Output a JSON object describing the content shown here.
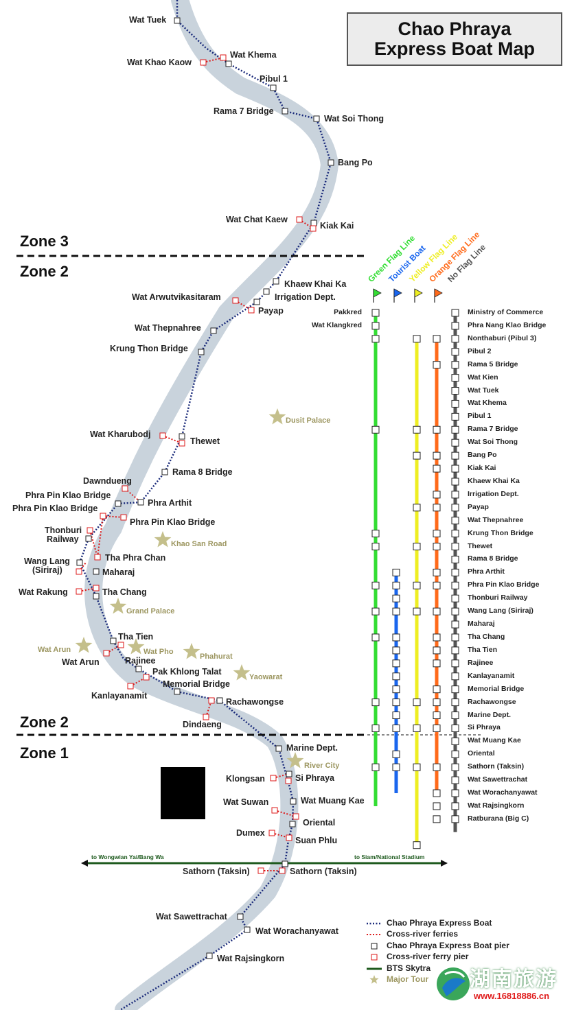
{
  "title": [
    "Chao Phraya",
    "Express Boat Map"
  ],
  "zones": [
    "Zone 3",
    "Zone 2",
    "Zone 2",
    "Zone 1"
  ],
  "river_stations": [
    "Wat Tuek",
    "Wat Khema",
    "Wat Khao Kaow",
    "Pibul 1",
    "Rama 7 Bridge",
    "Wat Soi Thong",
    "Bang Po",
    "Wat Chat Kaew",
    "Kiak Kai",
    "Khaew Khai Ka",
    "Wat Arwutvikasitaram",
    "Irrigation Dept.",
    "Payap",
    "Wat Thepnahree",
    "Krung Thon Bridge",
    "Wat Kharubodj",
    "Thewet",
    "Rama 8 Bridge",
    "Dawndueng",
    "Phra Pin Klao Bridge",
    "Phra Arthit",
    "Phra Pin Klao Bridge",
    "Phra Pin Klao Bridge",
    "Thonburi",
    "Railway",
    "Tha Phra Chan",
    "Wang Lang",
    "(Siriraj)",
    "Maharaj",
    "Wat Rakung",
    "Tha Chang",
    "Tha Tien",
    "Wat Arun",
    "Rajinee",
    "Pak Khlong Talat",
    "Memorial Bridge",
    "Kanlayanamit",
    "Rachawongse",
    "Dindaeng",
    "Marine Dept.",
    "Klongsan",
    "Si Phraya",
    "Wat Suwan",
    "Wat Muang Kae",
    "Oriental",
    "Dumex",
    "Suan Phlu",
    "Sathorn (Taksin)",
    "Sathorn (Taksin)",
    "Wat Sawettrachat",
    "Wat Worachanyawat",
    "Wat Rajsingkorn"
  ],
  "landmarks": [
    "Dusit Palace",
    "Khao San Road",
    "Grand Palace",
    "Wat Arun",
    "Wat Pho",
    "Phahurat",
    "Yaowarat",
    "River City"
  ],
  "bts": {
    "left": "to Wongwian Yai/Bang Wa",
    "right": "to Siam/National Stadium"
  },
  "lines": [
    {
      "name": "Green Flag Line",
      "color": "#33dd33"
    },
    {
      "name": "Tourist Boat",
      "color": "#1a66ee"
    },
    {
      "name": "Yellow Flag Line",
      "color": "#eeee22"
    },
    {
      "name": "Orange Flag Line",
      "color": "#ff6a1a"
    },
    {
      "name": "No Flag Line",
      "color": "#555555"
    }
  ],
  "timetable_left": [
    "Pakkred",
    "Wat Klangkred"
  ],
  "timetable_right": [
    "Ministry of Commerce",
    "Phra Nang Klao Bridge",
    "Nonthaburi (Pibul 3)",
    "Pibul 2",
    "Rama 5 Bridge",
    "Wat Kien",
    "Wat Tuek",
    "Wat Khema",
    "Pibul 1",
    "Rama 7 Bridge",
    "Wat Soi Thong",
    "Bang Po",
    "Kiak Kai",
    "Khaew Khai Ka",
    "Irrigation Dept.",
    "Payap",
    "Wat Thepnahree",
    "Krung Thon Bridge",
    "Thewet",
    "Rama 8 Bridge",
    "Phra Arthit",
    "Phra Pin Klao Bridge",
    "Thonburi Railway",
    "Wang Lang (Siriraj)",
    "Maharaj",
    "Tha Chang",
    "Tha Tien",
    "Rajinee",
    "Kanlayanamit",
    "Memorial Bridge",
    "Rachawongse",
    "Marine Dept.",
    "Si Phraya",
    "Wat Muang Kae",
    "Oriental",
    "Sathorn (Taksin)",
    "Wat Sawettrachat",
    "Wat Worachanyawat",
    "Wat Rajsingkorn",
    "Ratburana (Big C)"
  ],
  "legend": [
    "Chao Phraya Express Boat",
    "Cross-river ferries",
    "Chao Phraya Express Boat pier",
    "Cross-river ferry pier",
    "BTS Skytra",
    "Major Tour"
  ],
  "watermark": {
    "name": "湖南旅游",
    "url": "www.16818886.cn"
  }
}
